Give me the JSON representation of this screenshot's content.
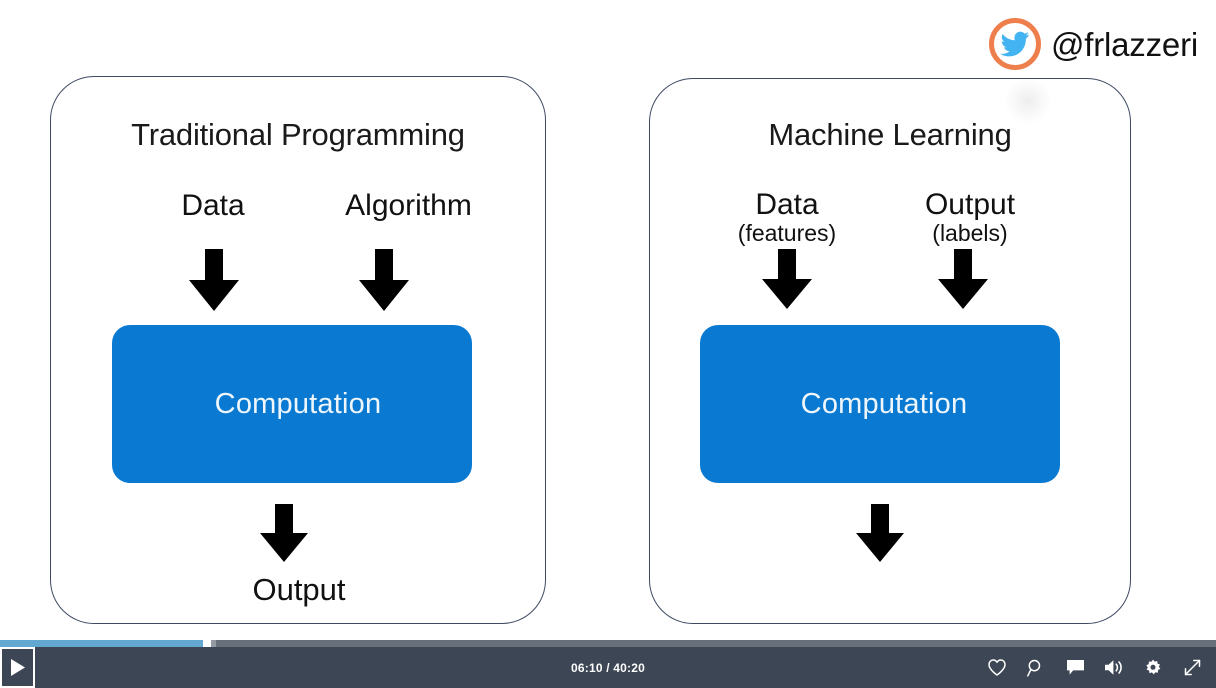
{
  "watermark": {
    "icon": "twitter-bird-icon",
    "handle": "@frlazzeri"
  },
  "diagram": {
    "left_panel": {
      "title": "Traditional Programming",
      "inputs": [
        {
          "label": "Data",
          "sub": ""
        },
        {
          "label": "Algorithm",
          "sub": ""
        }
      ],
      "process": "Computation",
      "output": "Output"
    },
    "right_panel": {
      "title": "Machine Learning",
      "inputs": [
        {
          "label": "Data",
          "sub": "(features)"
        },
        {
          "label": "Output",
          "sub": "(labels)"
        }
      ],
      "process": "Computation",
      "output": ""
    }
  },
  "colors": {
    "process_box": "#0a79d1",
    "panel_border": "#3e4a63",
    "player_bar": "#3d4654",
    "progress_played": "#63a8d1",
    "twitter_ring": "#ee7f4c",
    "twitter_bird": "#44b3f1"
  },
  "player": {
    "play_label": "play-icon",
    "current_time": "06:10",
    "total_time": "40:20",
    "time_display": "06:10 / 40:20",
    "progress_percent": 16.7,
    "buffered_percent": 17.8,
    "controls": [
      {
        "name": "like-icon",
        "label": "Like"
      },
      {
        "name": "search-icon",
        "label": "Search"
      },
      {
        "name": "comment-icon",
        "label": "Comments"
      },
      {
        "name": "volume-icon",
        "label": "Volume"
      },
      {
        "name": "gear-icon",
        "label": "Settings"
      },
      {
        "name": "fullscreen-icon",
        "label": "Fullscreen"
      }
    ]
  }
}
